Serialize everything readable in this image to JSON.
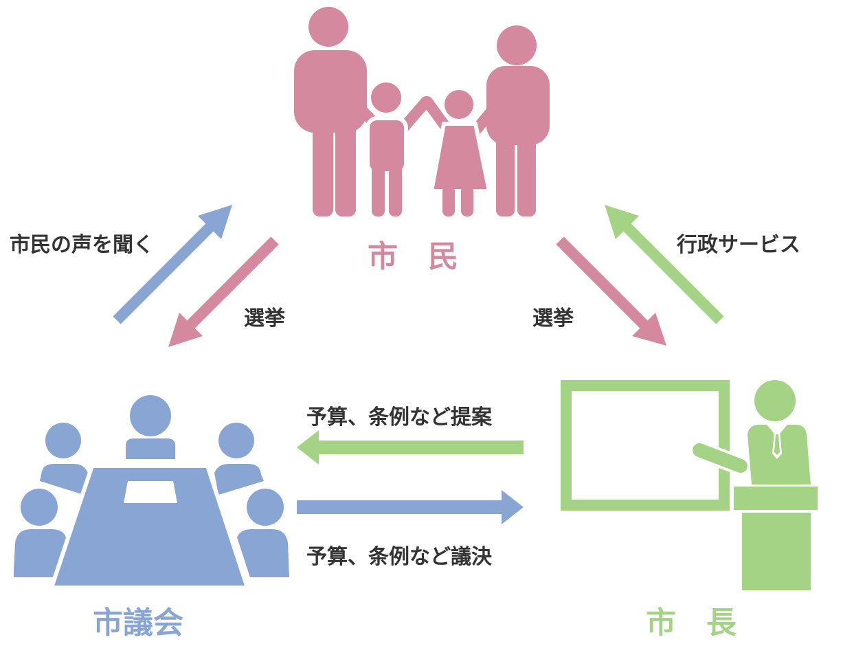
{
  "colors": {
    "citizen": "#d4899f",
    "council": "#88a5d3",
    "mayor": "#a4d385",
    "text": "#333333"
  },
  "nodes": {
    "citizen": {
      "label": "市　民",
      "icon": "family-icon"
    },
    "council": {
      "label": "市議会",
      "icon": "council-meeting-icon"
    },
    "mayor": {
      "label": "市　長",
      "icon": "presenter-icon"
    }
  },
  "edges": {
    "listen": {
      "label": "市民の声を聞く"
    },
    "election_left": {
      "label": "選挙"
    },
    "election_right": {
      "label": "選挙"
    },
    "services": {
      "label": "行政サービス"
    },
    "propose": {
      "label": "予算、条例など提案"
    },
    "resolve": {
      "label": "予算、条例など議決"
    }
  }
}
